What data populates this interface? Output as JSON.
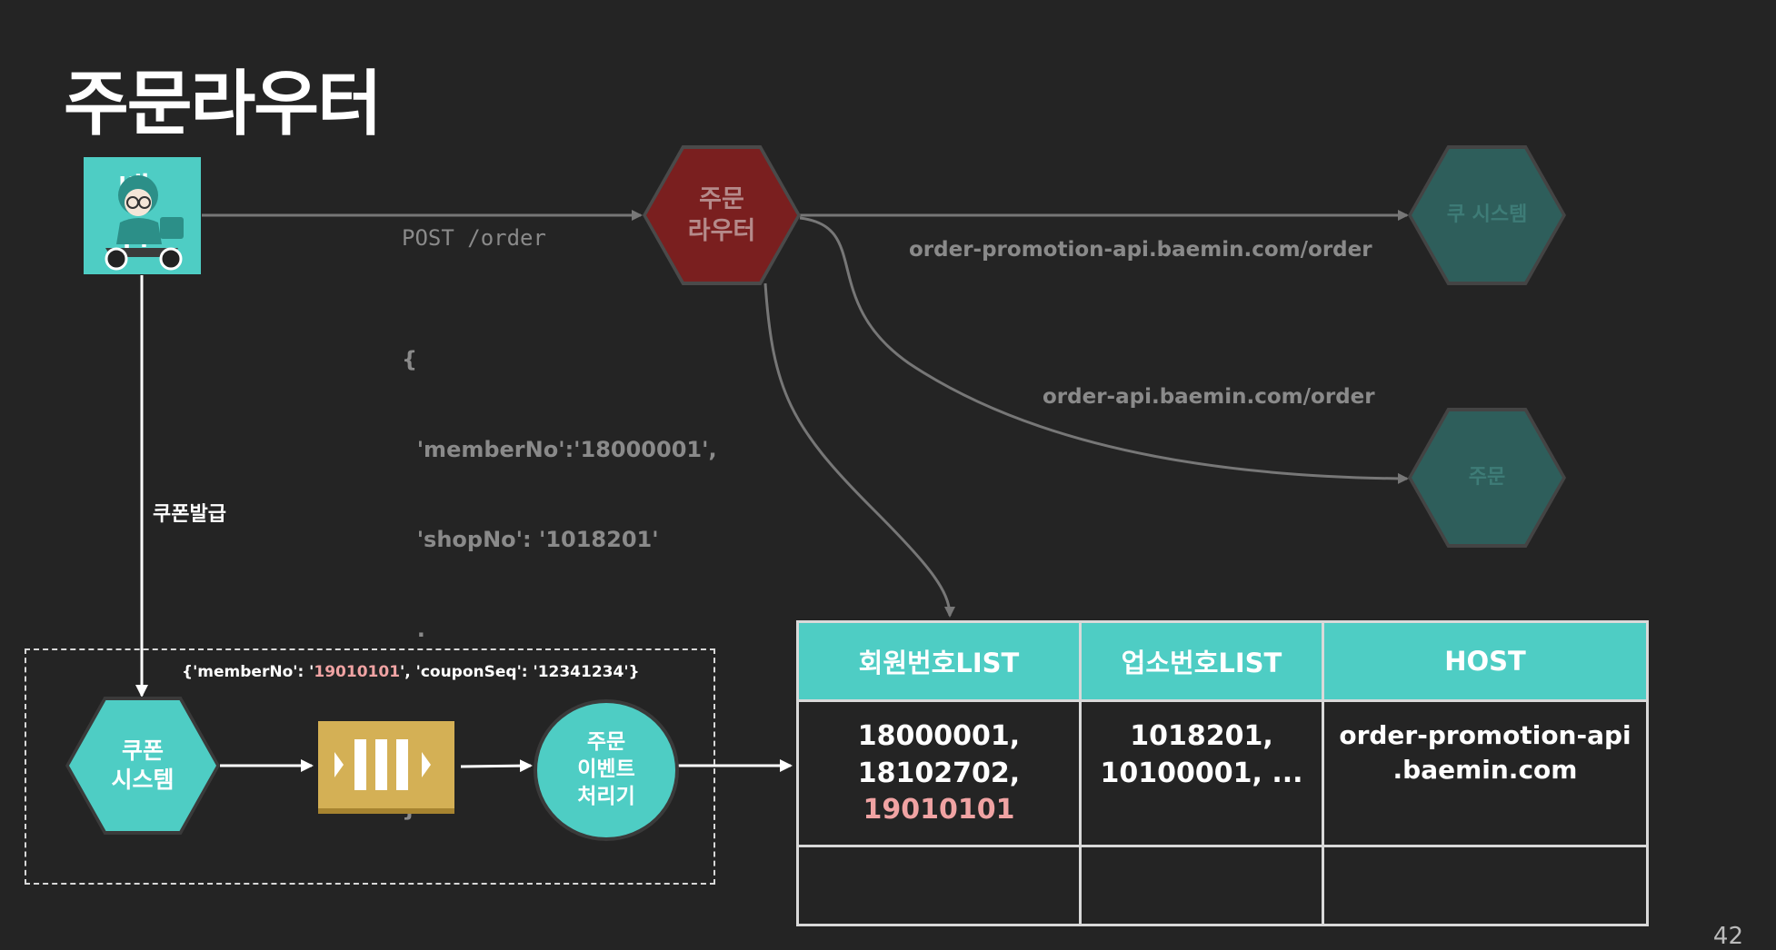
{
  "title": "주문라우터",
  "logo_text": "배 민",
  "request": {
    "method_path": "POST /order",
    "body": [
      "{",
      "  'memberNo':'18000001',",
      "  'shopNo': '1018201'",
      "  .",
      "  .",
      "}"
    ]
  },
  "nodes": {
    "router": "주문\n라우터",
    "target_top": "쿠 시스템",
    "target_bottom": "주문",
    "coupon": "쿠폰\n시스템",
    "event_processor": "주문\n이벤트\n처리기"
  },
  "edges": {
    "promotion_host": "order-promotion-api.baemin.com/order",
    "order_host": "order-api.baemin.com/order",
    "coupon_issue": "쿠폰발급"
  },
  "event_message": {
    "prefix": "{'memberNo': '",
    "member_no": "19010101",
    "suffix": "', 'couponSeq': '12341234'}"
  },
  "table": {
    "headers": [
      "회원번호LIST",
      "업소번호LIST",
      "HOST"
    ],
    "row": {
      "members": [
        "18000001,",
        "18102702,"
      ],
      "new_member": "19010101",
      "shops": [
        "1018201,",
        "10100001, ..."
      ],
      "host": [
        "order-promotion-api",
        ".baemin.com"
      ]
    }
  },
  "colors": {
    "teal": "#4ecdc4",
    "router_red": "#7a1f1f",
    "dim_teal": "#2e5e5b",
    "highlight_pink": "#f0a3a3",
    "queue_gold": "#d4b055"
  },
  "page_number": "42"
}
